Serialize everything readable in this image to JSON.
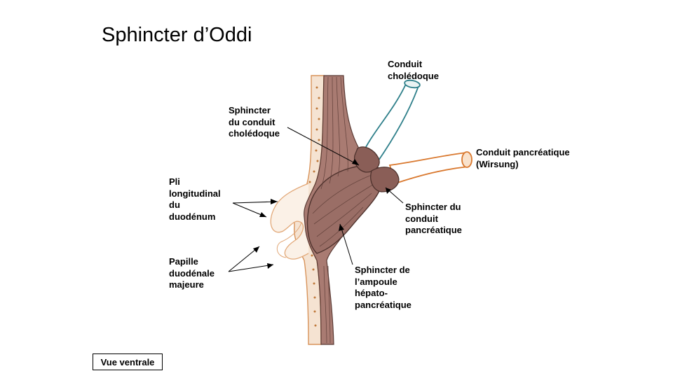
{
  "title": "Sphincter d’Oddi",
  "labels": {
    "conduit_choledoque": [
      "Conduit",
      "cholédoque"
    ],
    "sphincter_choledoque": [
      "Sphincter",
      "du conduit",
      "cholédoque"
    ],
    "conduit_pancreatique": [
      "Conduit pancréatique",
      "(Wirsung)"
    ],
    "pli_longitudinal": [
      "Pli",
      "longitudinal",
      "du",
      "duodénum"
    ],
    "sphincter_pancreatique": [
      "Sphincter du",
      "conduit",
      "pancréatique"
    ],
    "papille": [
      "Papille",
      "duodénale",
      "majeure"
    ],
    "sphincter_ampoule": [
      "Sphincter de",
      "l’ampoule",
      "hépato-",
      "pancréatique"
    ]
  },
  "view_label": "Vue ventrale",
  "colors": {
    "muscle": "#9a6e66",
    "muscle_dark": "#5a3a34",
    "duodenum_wall": "#d8935a",
    "mucosa": "#f3ddc8",
    "choledoque_outline": "#2e7f8a",
    "wirsung_outline": "#d9782e",
    "text": "#000000"
  }
}
